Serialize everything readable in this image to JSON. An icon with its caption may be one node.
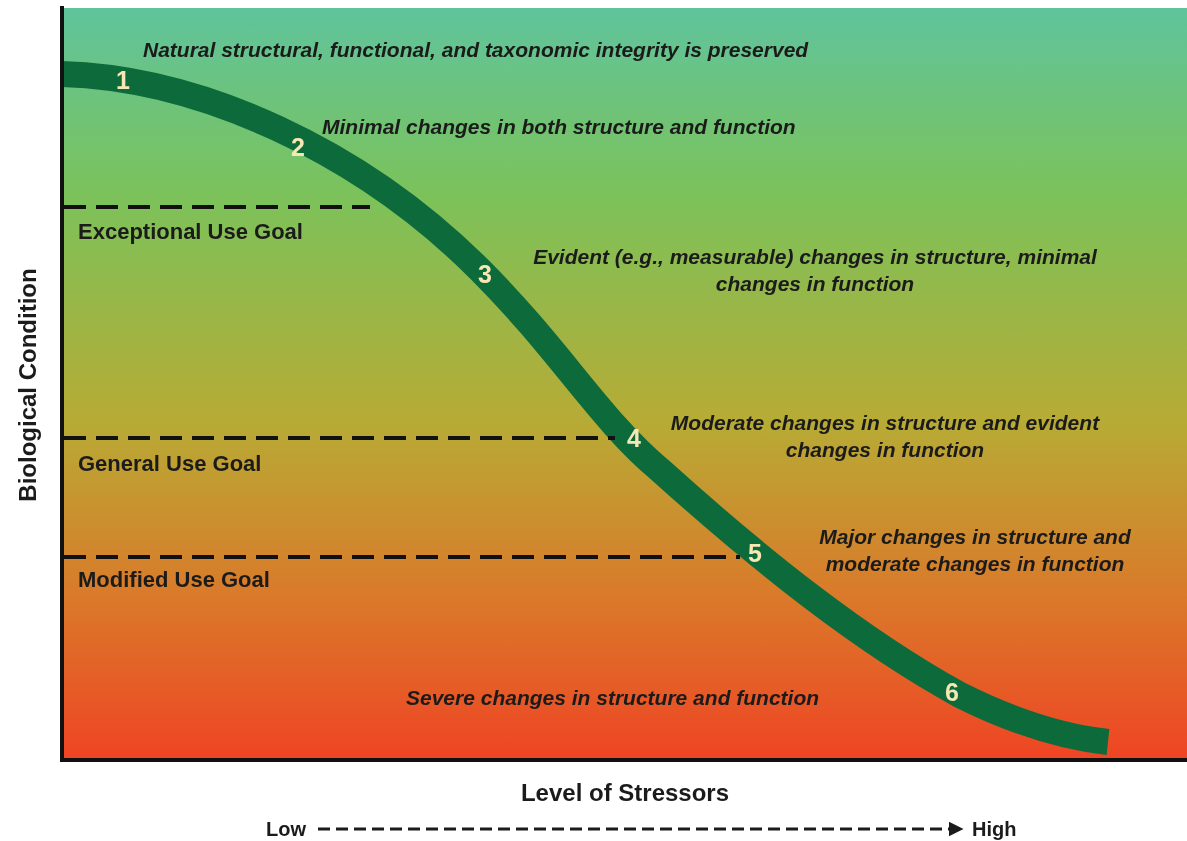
{
  "diagram": {
    "labels": [
      "Natural structural, functional, and taxonomic integrity is preserved",
      "1",
      "Minimal changes in both structure and function",
      "2",
      "Exceptional Use Goal",
      "Evident (e.g., measurable) changes in structure, minimal changes in function",
      "3",
      "Moderate changes in structure and evident changes in function",
      "4",
      "General Use Goal",
      "Major changes in structure and moderate changes in function",
      "5",
      "Modified Use Goal",
      "Severe changes in structure and function",
      "6",
      "Biological Condition",
      "Level of Stressors",
      "Low",
      "High"
    ]
  }
}
